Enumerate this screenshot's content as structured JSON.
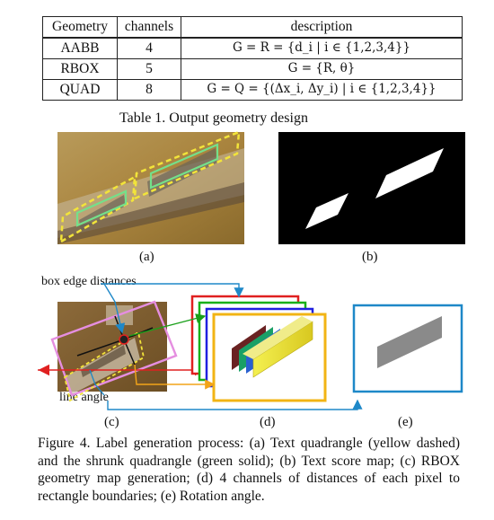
{
  "table": {
    "headers": [
      "Geometry",
      "channels",
      "description"
    ],
    "rows": [
      {
        "geometry": "AABB",
        "channels": "4",
        "description": "G = R = {d_i | i ∈ {1,2,3,4}}"
      },
      {
        "geometry": "RBOX",
        "channels": "5",
        "description": "G = {R, θ}"
      },
      {
        "geometry": "QUAD",
        "channels": "8",
        "description": "G = Q = {(Δx_i, Δy_i) | i ∈ {1,2,3,4}}"
      }
    ],
    "caption": "Table 1. Output geometry design"
  },
  "figure": {
    "panel_labels": [
      "(a)",
      "(b)",
      "(c)",
      "(d)",
      "(e)"
    ],
    "annotations": {
      "box_edge_distances": "box edge distances",
      "line_angle": "line angle"
    },
    "caption": "Figure 4. Label generation process: (a) Text quadrangle (yellow dashed) and the shrunk quadrangle (green solid); (b) Text score map; (c) RBOX geometry map generation; (d) 4 channels of distances of each pixel to rectangle boundaries; (e) Rotation angle.",
    "colors": {
      "quad_yellow": "#f2e43a",
      "shrunk_green": "#74e08a",
      "rbox_pink": "#e58ee0",
      "arrow_blue": "#1e88c8",
      "arrow_red": "#e02020",
      "arrow_green": "#1aa01a",
      "arrow_orange": "#f2a418",
      "channel_frame_red": "#e02020",
      "channel_frame_green": "#19b019",
      "channel_frame_blue": "#2020e0",
      "channel_frame_yellow": "#f2b414",
      "angle_panel_border": "#1e88c8",
      "angle_map_gray": "#8a8a8a"
    }
  }
}
